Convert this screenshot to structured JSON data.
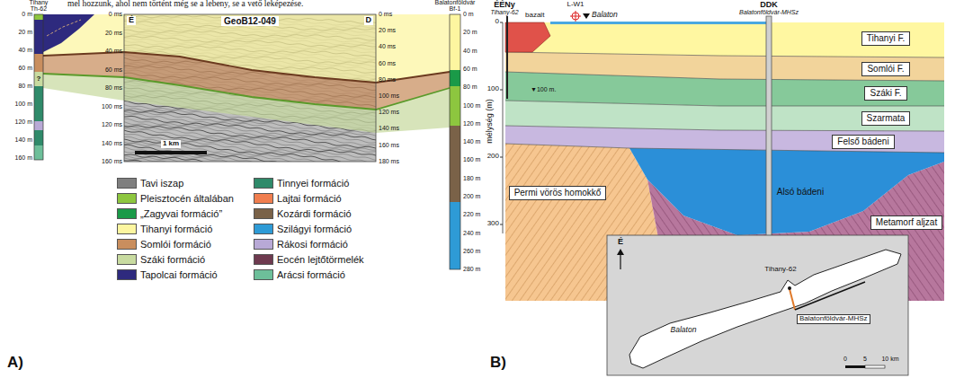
{
  "diagram": {
    "nodes": [
      {
        "text": [
          "Tihanyi F."
        ]
      },
      {
        "text": [
          "Somlói F."
        ]
      },
      {
        "text": [
          "Száki F."
        ]
      },
      {
        "text": [
          "Szarmata"
        ]
      },
      {
        "text": [
          "Felső bádeni"
        ]
      },
      {
        "text": [
          "Metamorf aljzat"
        ]
      },
      {
        "text": [
          "Permi vörös homokkő"
        ]
      }
    ],
    "labels": [
      "mel hozzunk, ahol nem történt még se a lebeny, se a vető leképezése.",
      "Tihany",
      "Th-62",
      "GeoB12-049",
      "É",
      "D",
      "Balatonföldvár",
      "Bf-1",
      "0 m",
      "20 m",
      "40 m",
      "60 m",
      "80 m",
      "100 m",
      "120 m",
      "140 m",
      "160 m",
      "0 ms",
      "20 ms",
      "40 ms",
      "60 ms",
      "80 ms",
      "100 ms",
      "120 ms",
      "140 ms",
      "160 ms",
      "0 ms",
      "20 ms",
      "40 ms",
      "60 ms",
      "80 ms",
      "100 ms",
      "120 ms",
      "140 ms",
      "160 ms",
      "180 ms",
      "0 m",
      "20 m",
      "40 m",
      "60 m",
      "80 m",
      "100 m",
      "120 m",
      "140 m",
      "160 m",
      "180 m",
      "200 m",
      "220 m",
      "240 m",
      "260 m",
      "280 m",
      "1 km",
      "?",
      "A)",
      "ÉÉNy",
      "Tihany-62",
      "L-W1",
      "DDK",
      "Balatonföldvár-MHSz",
      "bazalt",
      "Balaton",
      "▼100 m.",
      "0",
      "100",
      "200",
      "300",
      "mélység (m)",
      "Alsó bádeni",
      "É",
      "Tihany-62",
      "Balatonföldvár-MHSz",
      "Balaton",
      "0",
      "5",
      "10 km",
      "B)"
    ],
    "legend": [
      {
        "text": "Tavi iszap",
        "color": "#7f7f7f"
      },
      {
        "text": "Pleisztocén általában",
        "color": "#8dc63f"
      },
      {
        "text": "„Zagyvai formáció”",
        "color": "#1a9a48"
      },
      {
        "text": "Tihanyi formáció",
        "color": "#fdf6a0"
      },
      {
        "text": "Somlói formáció",
        "color": "#c98e5e"
      },
      {
        "text": "Száki formáció",
        "color": "#c8dba0"
      },
      {
        "text": "Tapolcai formáció",
        "color": "#2e2a7e"
      },
      {
        "text": "Tinnyei formáció",
        "color": "#2f8a6a"
      },
      {
        "text": "Lajtai formáció",
        "color": "#f07e4f"
      },
      {
        "text": "Kozárdi formáció",
        "color": "#7a6248"
      },
      {
        "text": "Szilágyi formáció",
        "color": "#2e9bd6"
      },
      {
        "text": "Rákosi formáció",
        "color": "#b8a9d6"
      },
      {
        "text": "Eocén lejtőtörmelék",
        "color": "#6e3a4f"
      },
      {
        "text": "Arácsi formáció",
        "color": "#6dbf9a"
      }
    ]
  }
}
